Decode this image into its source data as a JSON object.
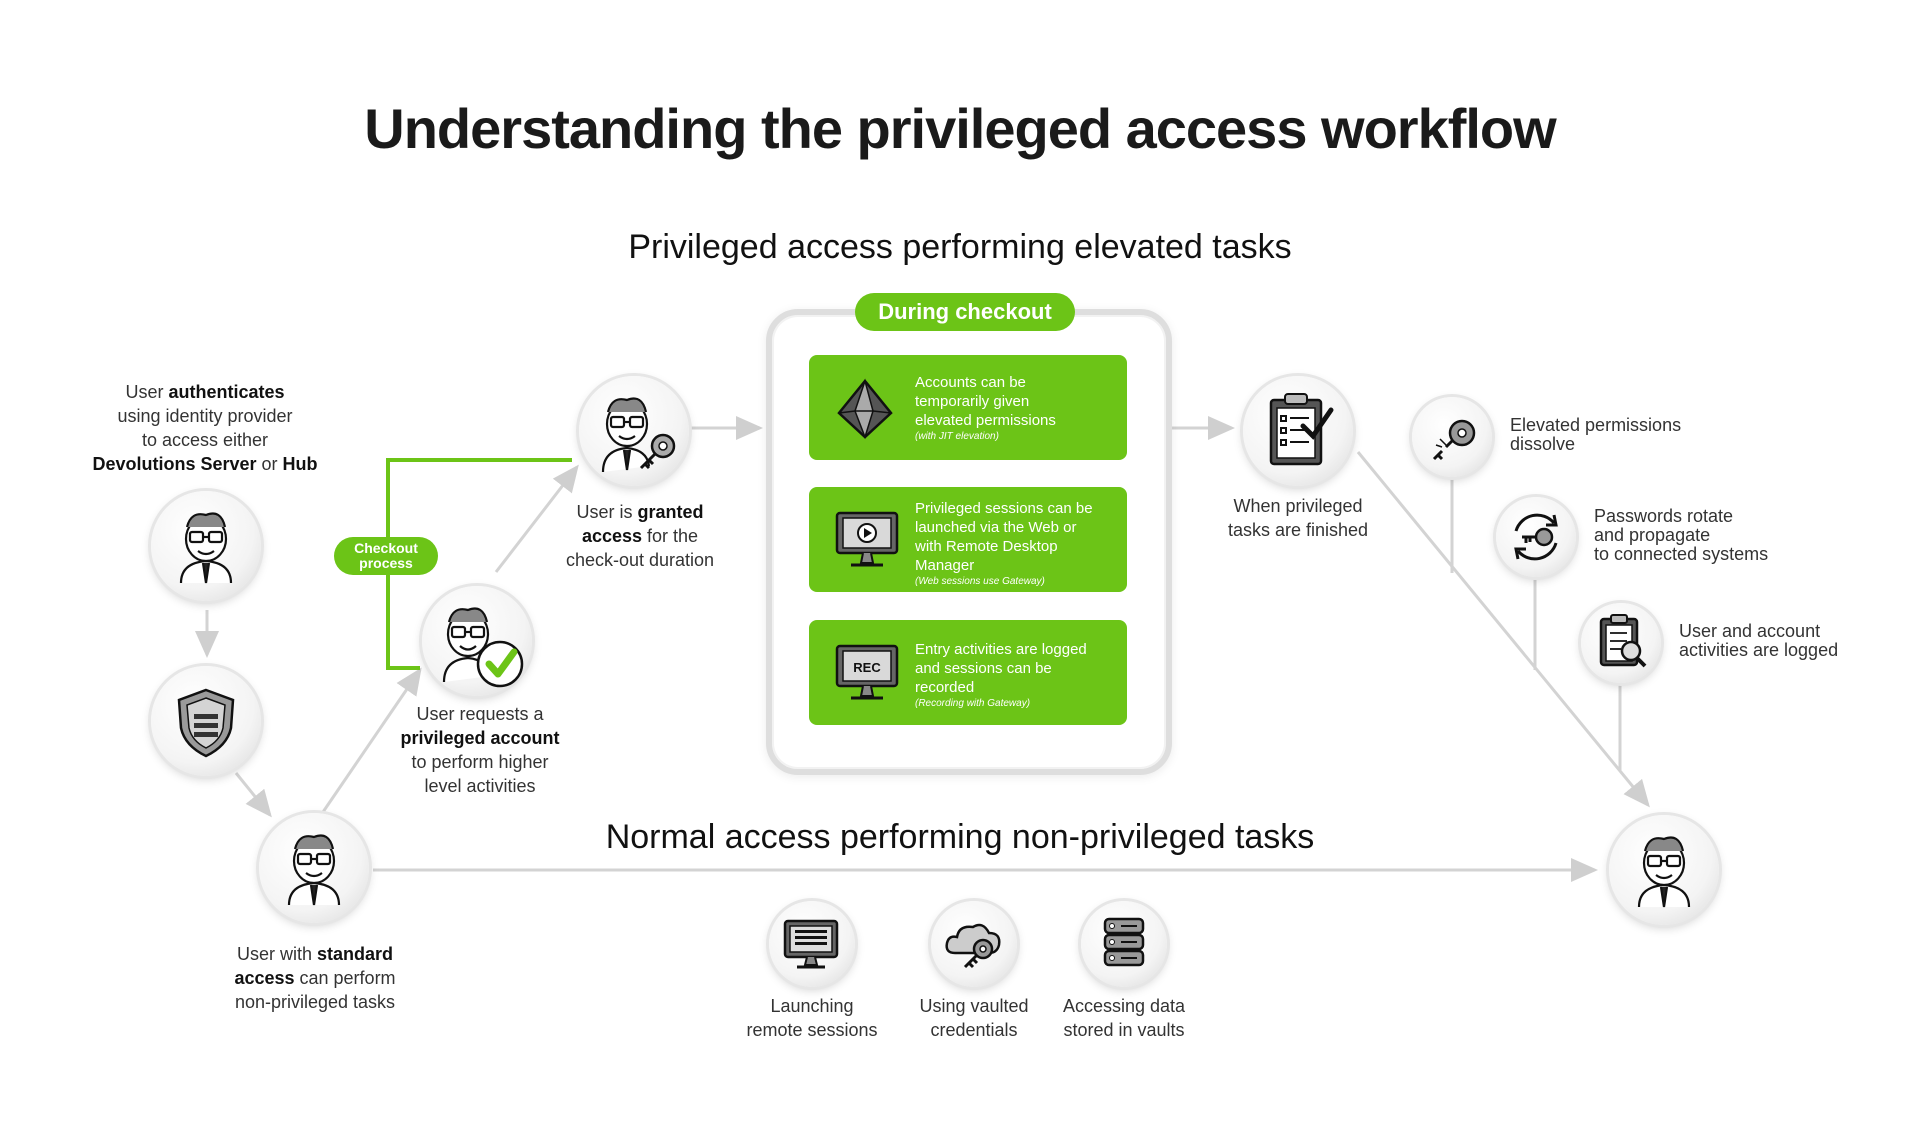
{
  "title": "Understanding the privileged access workflow",
  "sections": {
    "privileged": "Privileged access performing elevated tasks",
    "normal": "Normal access performing non-privileged tasks"
  },
  "colors": {
    "accent": "#6cc417",
    "connector": "#d3d3d3",
    "text": "#1a1a1a"
  },
  "steps": {
    "authenticate": {
      "pre": "User ",
      "bold": "authenticates",
      "line2": "using identity provider",
      "line3": "to access either",
      "bold2": "Devolutions Server",
      "mid": " or ",
      "bold3": "Hub"
    },
    "standard": {
      "pre": "User with ",
      "bold": "standard",
      "bold2": "access",
      "post": " can perform",
      "line3": "non-privileged tasks"
    },
    "request": {
      "line1": "User requests a",
      "bold": "privileged account",
      "line3": "to perform higher",
      "line4": "level activities"
    },
    "granted": {
      "pre": "User is ",
      "bold": "granted",
      "bold2": "access",
      "post": " for the",
      "line3": "check-out duration"
    },
    "finished": {
      "line1": "When privileged",
      "line2": "tasks are finished"
    }
  },
  "checkout_process_label": {
    "line1": "Checkout",
    "line2": "process"
  },
  "during_checkout": {
    "header": "During checkout",
    "cards": [
      {
        "icon": "crystal-icon",
        "line1": "Accounts can be",
        "line2": "temporarily given",
        "line3": "elevated permissions",
        "note": "(with JIT elevation)"
      },
      {
        "icon": "monitor-play-icon",
        "line1": "Privileged sessions can be",
        "line2": "launched via the Web or",
        "line3": "with Remote Desktop",
        "line4": "Manager",
        "note": "(Web sessions use Gateway)"
      },
      {
        "icon": "monitor-rec-icon",
        "line1": "Entry activities are logged",
        "line2": "and sessions can be",
        "line3": "recorded",
        "note": "(Recording with Gateway)",
        "screen_text": "REC"
      }
    ]
  },
  "after_tasks": [
    {
      "icon": "broken-key-icon",
      "line1": "Elevated permissions",
      "line2": "dissolve"
    },
    {
      "icon": "rotate-key-icon",
      "line1": "Passwords rotate",
      "line2": "and propagate",
      "line3": "to connected systems"
    },
    {
      "icon": "clipboard-search-icon",
      "line1": "User and account",
      "line2": "activities are logged"
    }
  ],
  "normal_tasks": [
    {
      "icon": "remote-session-icon",
      "line1": "Launching",
      "line2": "remote sessions"
    },
    {
      "icon": "vault-credentials-icon",
      "line1": "Using vaulted",
      "line2": "credentials"
    },
    {
      "icon": "database-icon",
      "line1": "Accessing data",
      "line2": "stored in vaults"
    }
  ]
}
